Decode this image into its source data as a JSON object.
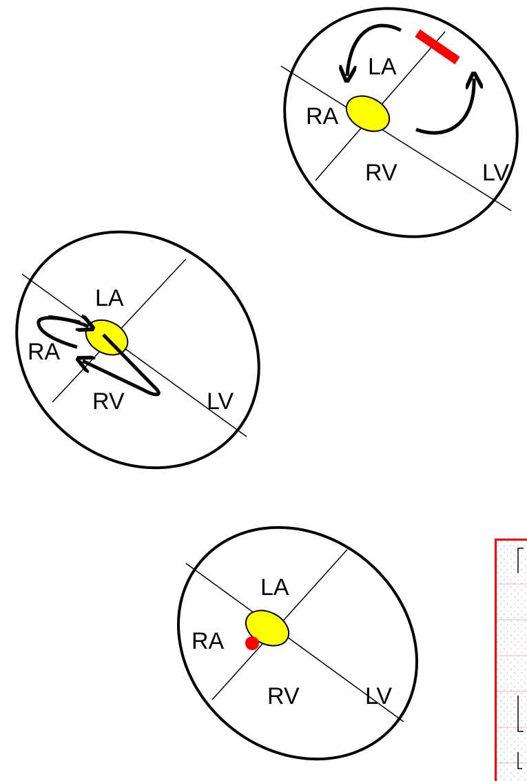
{
  "diagrams": [
    {
      "labels": {
        "la": "LA",
        "ra": "RA",
        "rv": "RV",
        "lv": "LV"
      }
    },
    {
      "labels": {
        "la": "LA",
        "ra": "RA",
        "rv": "RV",
        "lv": "LV"
      }
    },
    {
      "labels": {
        "la": "LA",
        "ra": "RA",
        "rv": "RV",
        "lv": "LV"
      }
    }
  ],
  "colors": {
    "node": "#ffff00",
    "block_bar": "#ff0000",
    "ectopic_dot": "#ff0000",
    "ecg_border": "#ff0000",
    "ecg_grid": "#f0c8c8"
  }
}
